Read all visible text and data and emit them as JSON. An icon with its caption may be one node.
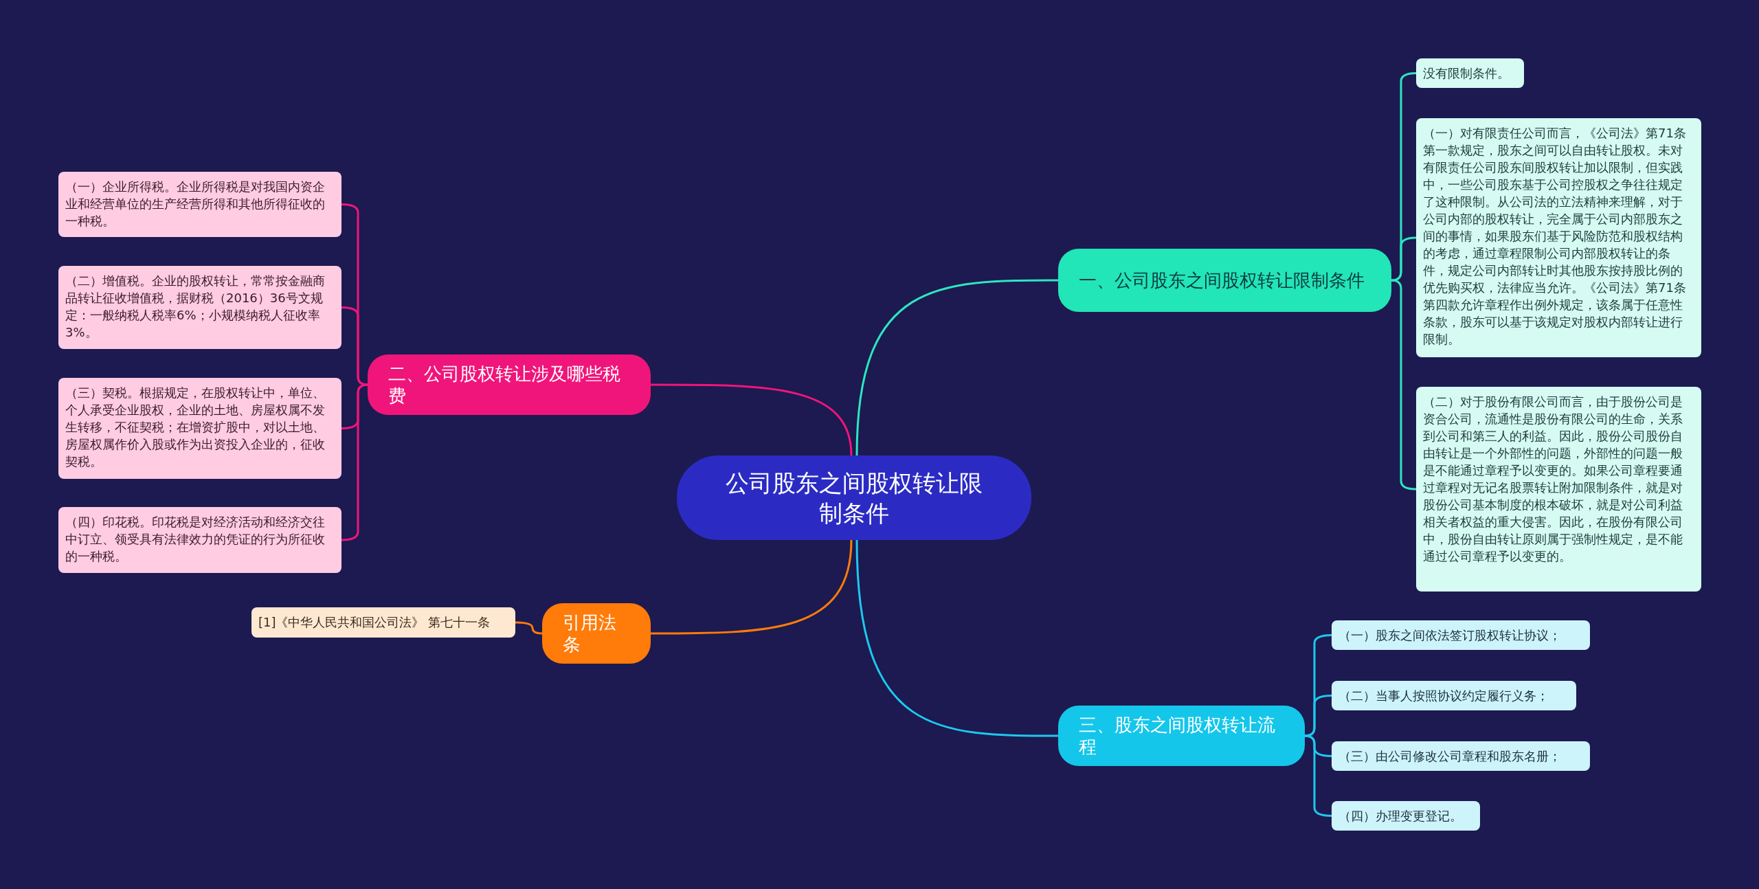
{
  "diagram": {
    "nodes": [
      {
        "text": [
          "公司股东之间股权转让限制条件"
        ]
      },
      {
        "text": [
          "一、公司股东之间股权转让限制条件"
        ]
      },
      {
        "text": [
          "没有限制条件。"
        ]
      },
      {
        "text": [
          "（一）对有限责任公司而言，《公司法》第71条第一款规定，股东之间可以自由转让股权。未对有限责任公司股东间股权转让加以限制，但实践中，一些公司股东基于公司控股权之争往往规定了这种限制。从公司法的立法精神来理解，对于公司内部的股权转让，完全属于公司内部股东之间的事情，如果股东们基于风险防范和股权结构的考虑，通过章程限制公司内部股权转让的条件，规定公司内部转让时其他股东按持股比例的优先购买权，法律应当允许。《公司法》第71条第四款允许章程作出例外规定，该条属于任意性条款，股东可以基于该规定对股权内部转让进行限制。"
        ]
      },
      {
        "text": [
          "（二）对于股份有限公司而言，由于股份公司是资合公司，流通性是股份有限公司的生命，关系到公司和第三人的利益。因此，股份公司股份自由转让是一个外部性的问题，外部性的问题一般是不能通过章程予以变更的。如果公司章程要通过章程对无记名股票转让附加限制条件，就是对股份公司基本制度的根本破坏，就是对公司利益相关者权益的重大侵害。因此，在股份有限公司中，股份自由转让原则属于强制性规定，是不能通过公司章程予以变更的。"
        ]
      },
      {
        "text": [
          "二、公司股权转让涉及哪些税费"
        ]
      },
      {
        "text": [
          "（一）企业所得税。企业所得税是对我国内资企业和经营单位的生产经营所得和其他所得征收的一种税。"
        ]
      },
      {
        "text": [
          "（二）增值税。企业的股权转让，常常按金融商品转让征收增值税，据财税（2016）36号文规定：一般纳税人税率6%；小规模纳税人征收率3%。"
        ]
      },
      {
        "text": [
          "（三）契税。根据规定，在股权转让中，单位、个人承受企业股权，企业的土地、房屋权属不发生转移，不征契税；在增资扩股中，对以土地、房屋权属作价入股或作为出资投入企业的，征收契税。"
        ]
      },
      {
        "text": [
          "（四）印花税。印花税是对经济活动和经济交往中订立、领受具有法律效力的凭证的行为所征收的一种税。"
        ]
      },
      {
        "text": [
          "引用法条"
        ]
      },
      {
        "text": [
          "[1]《中华人民共和国公司法》 第七十一条"
        ]
      },
      {
        "text": [
          "三、股东之间股权转让流程"
        ]
      },
      {
        "text": [
          "（一）股东之间依法签订股权转让协议；"
        ]
      },
      {
        "text": [
          "（二）当事人按照协议约定履行义务；"
        ]
      },
      {
        "text": [
          "（三）由公司修改公司章程和股东名册；"
        ]
      },
      {
        "text": [
          "（四）办理变更登记。"
        ]
      }
    ],
    "edges": [
      {
        "from": 0,
        "to": 1,
        "arrow": "none",
        "color": "#2ee6c0"
      },
      {
        "from": 1,
        "to": 2,
        "arrow": "none",
        "color": "#2ee6c0"
      },
      {
        "from": 1,
        "to": 3,
        "arrow": "none",
        "color": "#2ee6c0"
      },
      {
        "from": 1,
        "to": 4,
        "arrow": "none",
        "color": "#2ee6c0"
      },
      {
        "from": 0,
        "to": 5,
        "arrow": "none",
        "color": "#f0157a"
      },
      {
        "from": 5,
        "to": 6,
        "arrow": "none",
        "color": "#f0157a"
      },
      {
        "from": 5,
        "to": 7,
        "arrow": "none",
        "color": "#f0157a"
      },
      {
        "from": 5,
        "to": 8,
        "arrow": "none",
        "color": "#f0157a"
      },
      {
        "from": 5,
        "to": 9,
        "arrow": "none",
        "color": "#f0157a"
      },
      {
        "from": 0,
        "to": 10,
        "arrow": "none",
        "color": "#ff7b0a"
      },
      {
        "from": 10,
        "to": 11,
        "arrow": "none",
        "color": "#ff7b0a"
      },
      {
        "from": 0,
        "to": 12,
        "arrow": "none",
        "color": "#1ec8ee"
      },
      {
        "from": 12,
        "to": 13,
        "arrow": "none",
        "color": "#1ec8ee"
      },
      {
        "from": 12,
        "to": 14,
        "arrow": "none",
        "color": "#1ec8ee"
      },
      {
        "from": 12,
        "to": 15,
        "arrow": "none",
        "color": "#1ec8ee"
      },
      {
        "from": 12,
        "to": 16,
        "arrow": "none",
        "color": "#1ec8ee"
      }
    ]
  }
}
